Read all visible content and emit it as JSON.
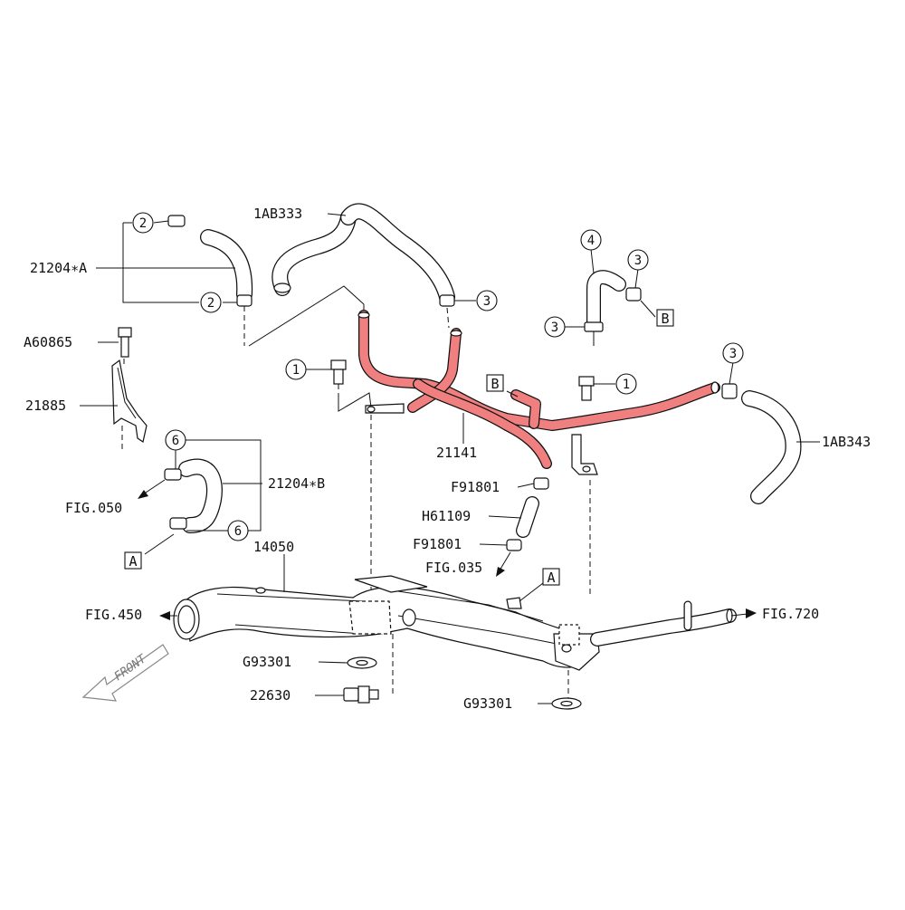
{
  "colors": {
    "highlight": "#f08080",
    "line": "#111111",
    "front_arrow": "#888888"
  },
  "labels": {
    "p_1ab333": "1AB333",
    "p_21204a": "21204∗A",
    "p_a60865": "A60865",
    "p_21885": "21885",
    "p_21204b": "21204∗B",
    "fig_050": "FIG.050",
    "p_14050": "14050",
    "fig_450": "FIG.450",
    "p_g93301_left": "G93301",
    "p_22630": "22630",
    "p_g93301_right": "G93301",
    "fig_720": "FIG.720",
    "p_21141": "21141",
    "p_f91801_top": "F91801",
    "p_h61109": "H61109",
    "p_f91801_bottom": "F91801",
    "fig_035": "FIG.035",
    "p_1ab343": "1AB343",
    "front": "FRONT"
  },
  "callouts": {
    "c2_top": "2",
    "c2_bottom": "2",
    "c3_top": "3",
    "c4": "4",
    "c3_right_top": "3",
    "c3_right_low": "3",
    "c1_left": "1",
    "c1_right": "1",
    "c3_far_right": "3",
    "c6_top": "6",
    "c6_bottom": "6"
  },
  "boxes": {
    "b_right": "B",
    "b_pipe": "B",
    "a_left": "A",
    "a_center": "A"
  }
}
